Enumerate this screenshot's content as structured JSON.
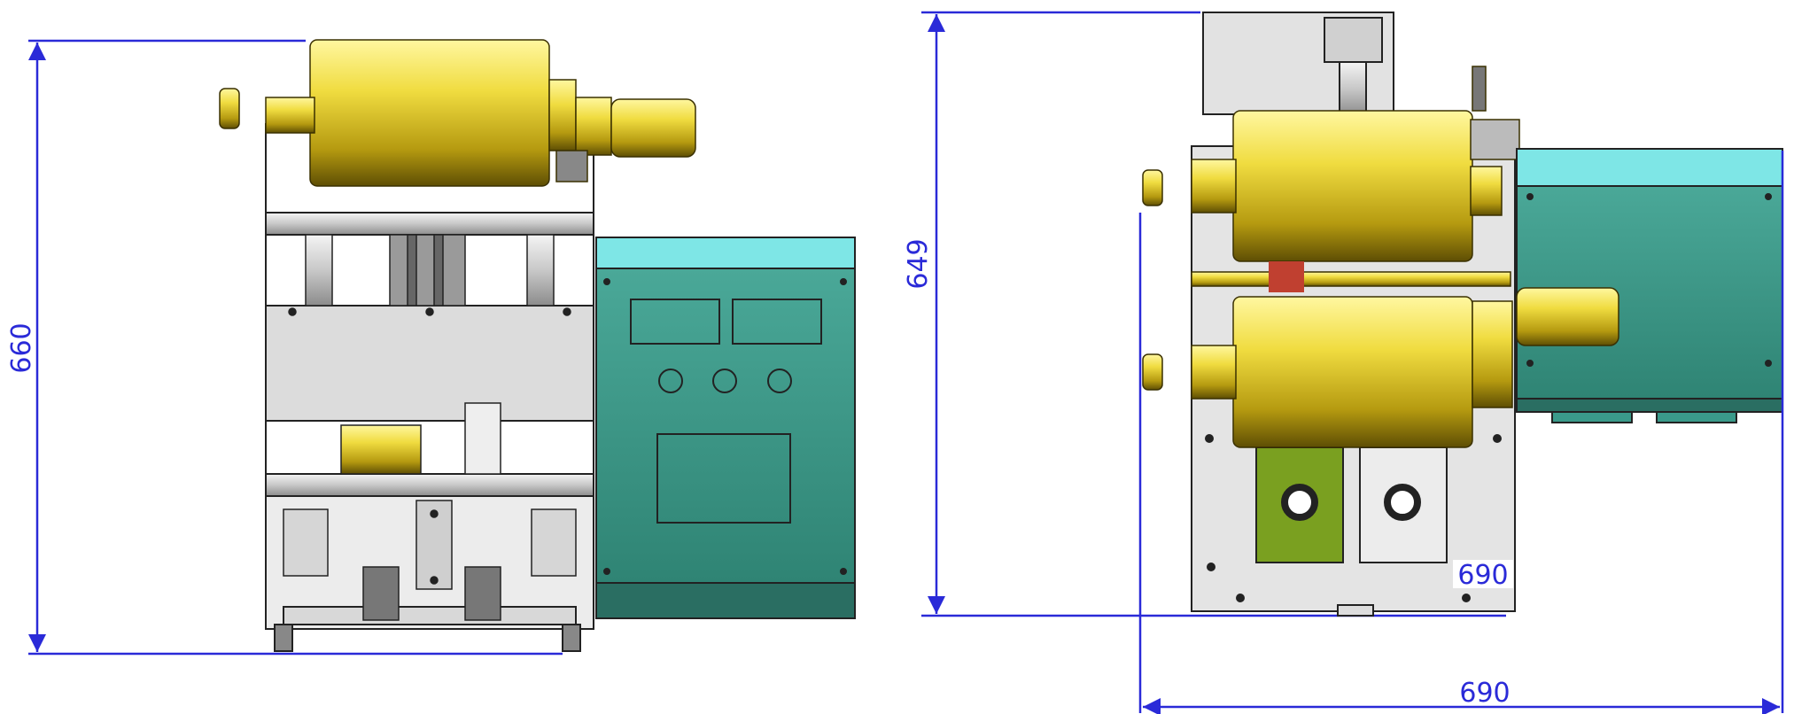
{
  "drawing": {
    "front_view": {
      "height_label": "660"
    },
    "top_view": {
      "depth_label": "649",
      "inner_label": "690",
      "width_label": "690"
    }
  },
  "colors": {
    "dimension": "#2a2ad8",
    "brass": "#d4c020",
    "cabinet": "#3a9a8a",
    "cabinet_top": "#7ee6e6",
    "frame": "#e4e4e4",
    "outline": "#222222"
  }
}
